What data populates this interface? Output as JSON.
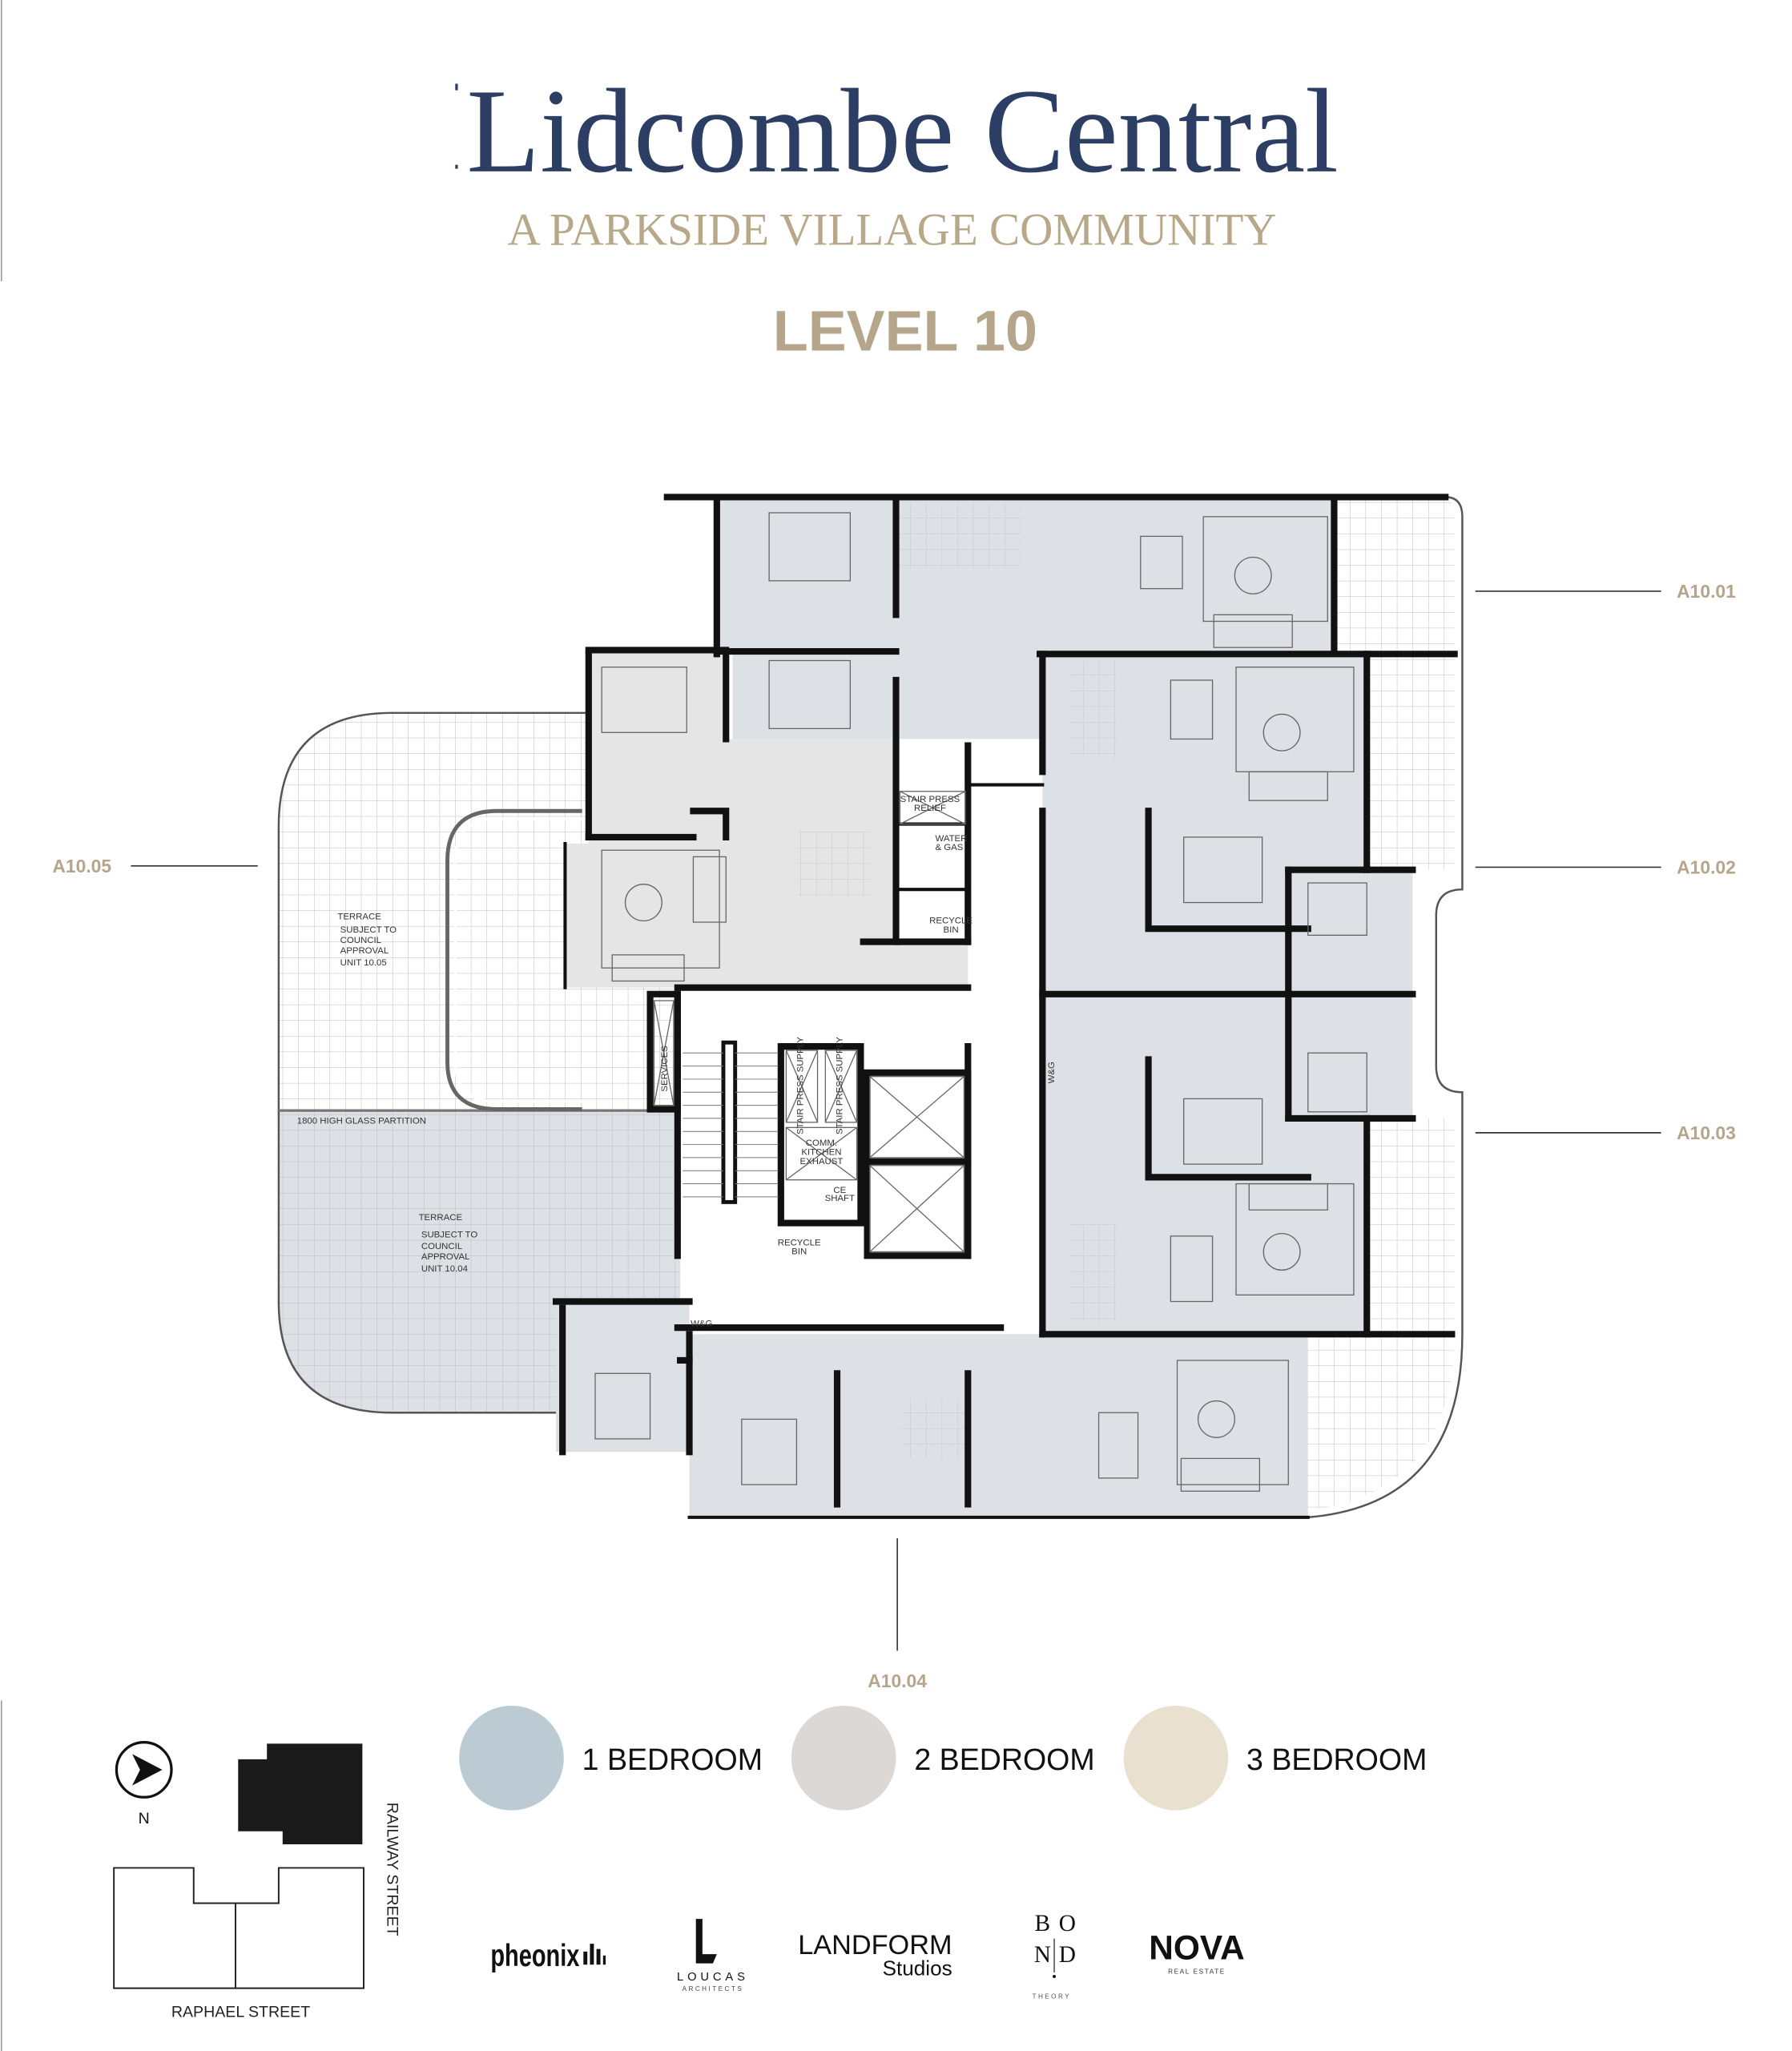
{
  "header": {
    "title": "Lidcombe Central",
    "subtitle": "A PARKSIDE VILLAGE COMMUNITY",
    "level": "LEVEL 10"
  },
  "colors": {
    "title": "#2c3e63",
    "accent": "#b5a58a",
    "one_bedroom": "#bccad4",
    "two_bedroom": "#dcd8d6",
    "three_bedroom": "#e9e0d0"
  },
  "units": [
    "A10.01",
    "A10.02",
    "A10.03",
    "A10.04",
    "A10.05"
  ],
  "plan_labels": {
    "terrace_a": {
      "title": "TERRACE",
      "l1": "SUBJECT TO",
      "l2": "COUNCIL",
      "l3": "APPROVAL",
      "l4": "UNIT 10.05"
    },
    "terrace_b": {
      "title": "TERRACE",
      "l1": "SUBJECT TO",
      "l2": "COUNCIL",
      "l3": "APPROVAL",
      "l4": "UNIT 10.04"
    },
    "partition": "1800 HIGH GLASS PARTITION",
    "services": "SERVICES",
    "stair_press_supply_1": "STAIR PRESS SUPPLY",
    "stair_press_supply_2": "STAIR PRESS SUPPLY",
    "comm_kitchen_exhaust": [
      "COMM.",
      "KITCHEN",
      "EXHAUST"
    ],
    "ce_shaft": [
      "CE",
      "SHAFT"
    ],
    "recycle_bin_1": [
      "RECYCLE",
      "BIN"
    ],
    "recycle_bin_2": [
      "RECYCLE",
      "BIN"
    ],
    "stair_press_relief": [
      "STAIR  PRESS",
      "RELIEF"
    ],
    "water_gas": [
      "WATER",
      "& GAS"
    ],
    "wg_1": "W&G",
    "wg_2": "W&G"
  },
  "legend": [
    {
      "label": "1 BEDROOM",
      "color": "#bccad4"
    },
    {
      "label": "2 BEDROOM",
      "color": "#dcd8d6"
    },
    {
      "label": "3 BEDROOM",
      "color": "#e9e0d0"
    }
  ],
  "site": {
    "north": "N",
    "street_east": "RAILWAY STREET",
    "street_south": "RAPHAEL STREET"
  },
  "logos": {
    "pheonix": "pheonix",
    "loucas": "LOUCAS",
    "loucas_sub": "ARCHITECTS",
    "landform": "LANDFORM",
    "landform_sub": "Studios",
    "bond": [
      "B",
      "O",
      "N",
      "D"
    ],
    "bond_sub": "THEORY",
    "nova": "NOVA",
    "nova_sub": "REAL ESTATE"
  }
}
